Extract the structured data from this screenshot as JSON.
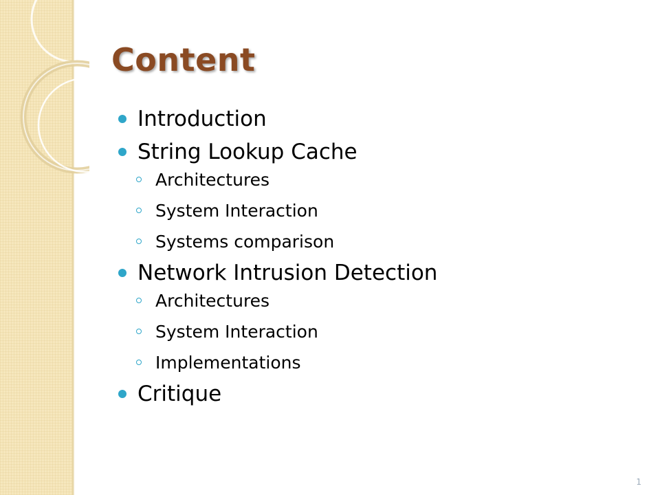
{
  "slide": {
    "title": "Content",
    "page_number": "1",
    "items": [
      {
        "label": "Introduction",
        "children": []
      },
      {
        "label": "String Lookup Cache",
        "children": [
          "Architectures",
          "System Interaction",
          "Systems comparison"
        ]
      },
      {
        "label": "Network Intrusion Detection",
        "children": [
          "Architectures",
          "System Interaction",
          "Implementations"
        ]
      },
      {
        "label": "Critique",
        "children": []
      }
    ]
  },
  "colors": {
    "title": "#8a4a23",
    "bullet": "#2fa6c9",
    "side_band": "#f6e7bd"
  }
}
